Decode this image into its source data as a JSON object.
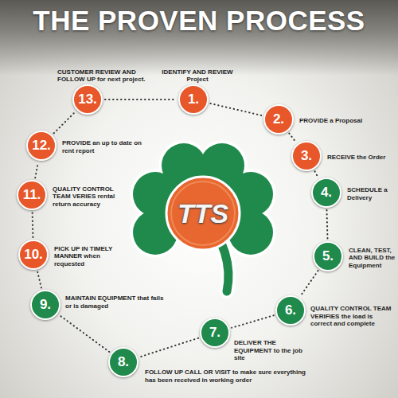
{
  "diagram": {
    "title": "THE PROVEN PROCESS",
    "nodes": [
      {
        "text": [
          "1.",
          "IDENTIFY AND REVIEW Project"
        ]
      },
      {
        "text": [
          "2.",
          "PROVIDE a Proposal"
        ]
      },
      {
        "text": [
          "3.",
          "RECEIVE the Order"
        ]
      },
      {
        "text": [
          "4.",
          "SCHEDULE a Delivery"
        ]
      },
      {
        "text": [
          "5.",
          "CLEAN, TEST, AND BUILD the Equipment"
        ]
      },
      {
        "text": [
          "6.",
          "QUALITY CONTROL TEAM VERIFIES the load is correct and complete"
        ]
      },
      {
        "text": [
          "7.",
          "DELIVER THE EQUIPMENT to the job site"
        ]
      },
      {
        "text": [
          "8.",
          "FOLLOW UP CALL OR VISIT to make sure everything has been received in working order"
        ]
      },
      {
        "text": [
          "9.",
          "MAINTAIN EQUIPMENT that fails or is damaged"
        ]
      },
      {
        "text": [
          "10.",
          "PICK UP IN TIMELY MANNER when requested"
        ]
      },
      {
        "text": [
          "11.",
          "QUALITY CONTROL TEAM VERIES rental return accuracy"
        ]
      },
      {
        "text": [
          "12.",
          "PROVIDE an up to date on rent report"
        ]
      },
      {
        "text": [
          "13.",
          "CUSTOMER REVIEW AND FOLLOW UP for next project."
        ]
      }
    ],
    "edges": [
      {
        "from": 0,
        "to": 1,
        "arrow": "none"
      },
      {
        "from": 1,
        "to": 2,
        "arrow": "none"
      },
      {
        "from": 2,
        "to": 3,
        "arrow": "none"
      },
      {
        "from": 3,
        "to": 4,
        "arrow": "none"
      },
      {
        "from": 4,
        "to": 5,
        "arrow": "none"
      },
      {
        "from": 5,
        "to": 6,
        "arrow": "none"
      },
      {
        "from": 6,
        "to": 7,
        "arrow": "none"
      },
      {
        "from": 7,
        "to": 8,
        "arrow": "none"
      },
      {
        "from": 8,
        "to": 9,
        "arrow": "none"
      },
      {
        "from": 9,
        "to": 10,
        "arrow": "none"
      },
      {
        "from": 10,
        "to": 11,
        "arrow": "none"
      },
      {
        "from": 11,
        "to": 12,
        "arrow": "none"
      },
      {
        "from": 12,
        "to": 0,
        "arrow": "none"
      }
    ],
    "labels": [
      "TTS"
    ]
  }
}
